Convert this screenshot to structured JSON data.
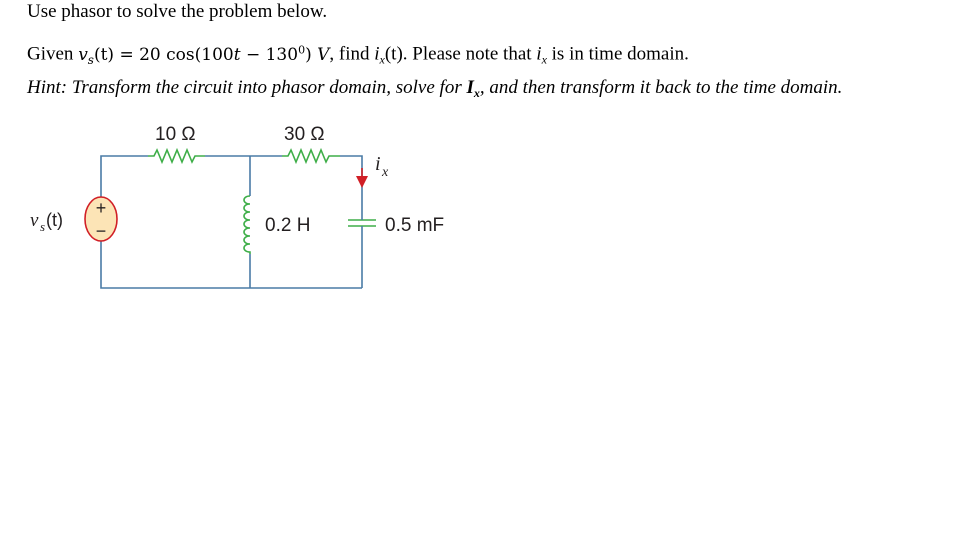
{
  "problem": {
    "line1": "Use phasor to solve the problem below.",
    "line2": {
      "given": "Given ",
      "v": "v",
      "v_sub": "s",
      "t_open": "(t) = 20 cos(100",
      "t_var": "t",
      "after_t": " − 130",
      "deg": "0",
      "close": ") ",
      "V": "V",
      "find": ", find ",
      "ix_i": "i",
      "ix_sub": "x",
      "find_rest": "(t). Please note that ",
      "note_i": "i",
      "note_sub": "x",
      "note_rest": " is in time domain."
    },
    "line3": {
      "hint_a": "Hint: Transform the circuit into phasor domain, solve for ",
      "I": "I",
      "I_sub": "x",
      "hint_b": ", and then transform it back to the time domain."
    }
  },
  "circuit": {
    "r1_label": "10 Ω",
    "r2_label": "30 Ω",
    "inductor_label": "0.2 H",
    "capacitor_label": "0.5 mF",
    "current_label_i": "i",
    "current_label_sub": "x",
    "source_label_v": "v",
    "source_label_sub": "s",
    "source_label_rest": " (t)",
    "plus_sign": "+",
    "minus_sign": "−",
    "colors": {
      "wire": "#4a7ba6",
      "resistor": "#3fae49",
      "inductor": "#3fae49",
      "capacitor": "#3fae49",
      "source_outline": "#d11f26",
      "source_fill": "#fce4b6",
      "arrow": "#d11f26"
    }
  }
}
